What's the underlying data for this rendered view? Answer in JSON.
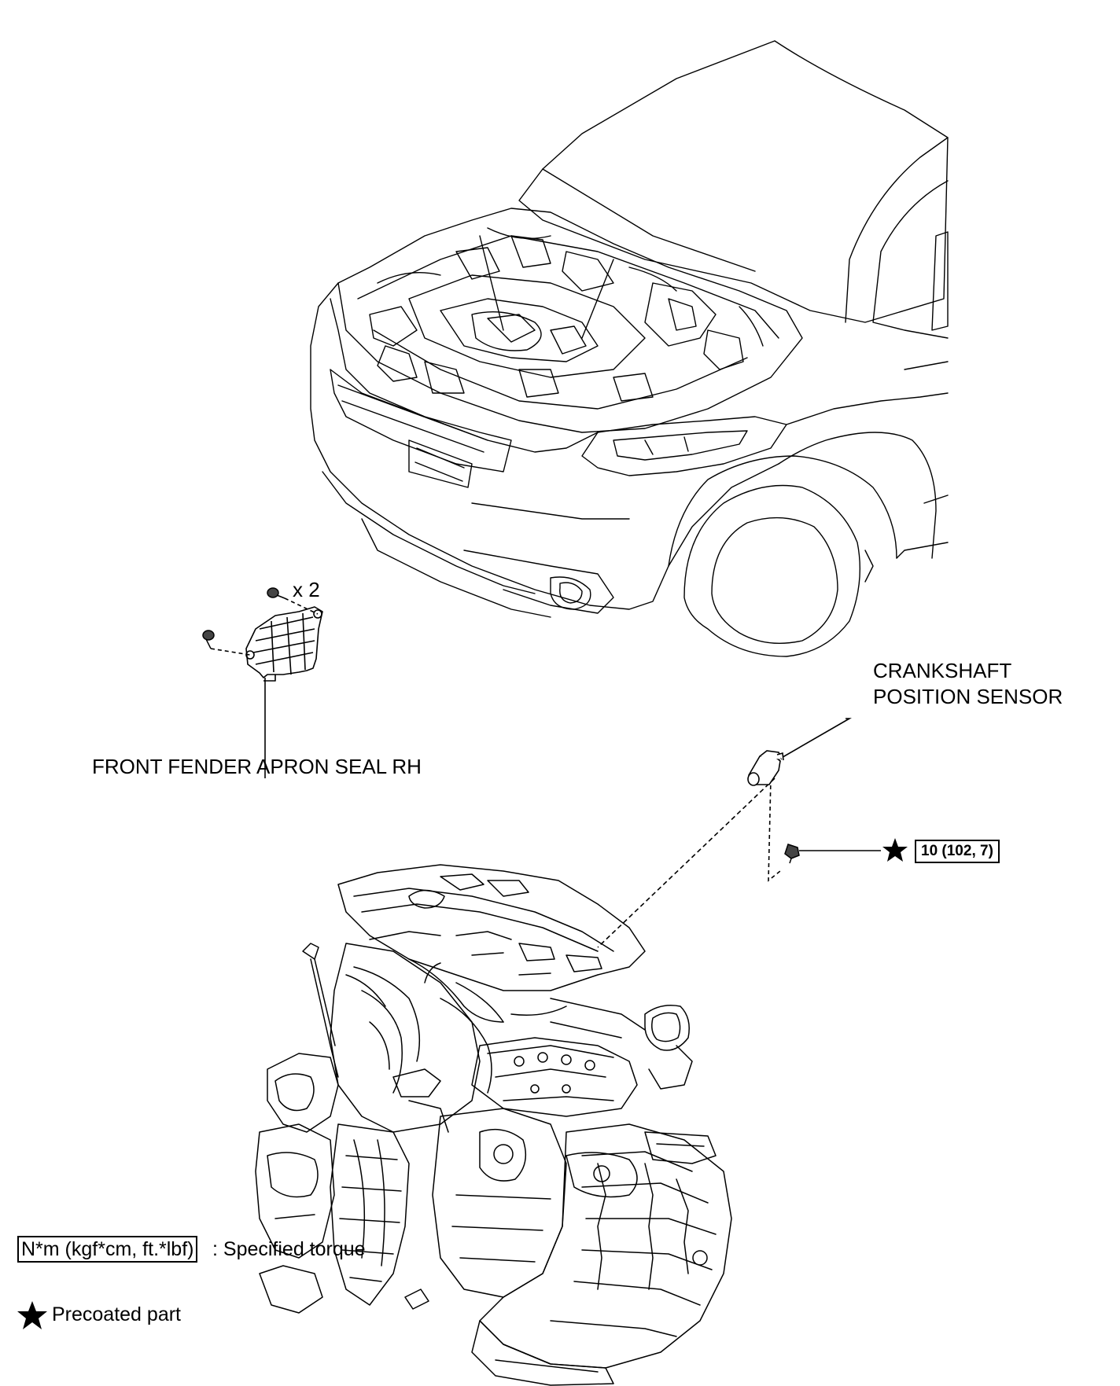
{
  "parts": {
    "apron_seal_label": "FRONT FENDER APRON SEAL RH",
    "clip_count": "x 2",
    "sensor_label_line1": "CRANKSHAFT",
    "sensor_label_line2": "POSITION SENSOR",
    "bolt_torque": "10 (102, 7)"
  },
  "legend": {
    "torque_unit": "N*m (kgf*cm, ft.*lbf)",
    "torque_desc": ": Specified torque",
    "precoated_desc": "Precoated part"
  },
  "icons": [
    "star-icon",
    "clip-icon",
    "bolt-icon",
    "sensor-icon"
  ]
}
